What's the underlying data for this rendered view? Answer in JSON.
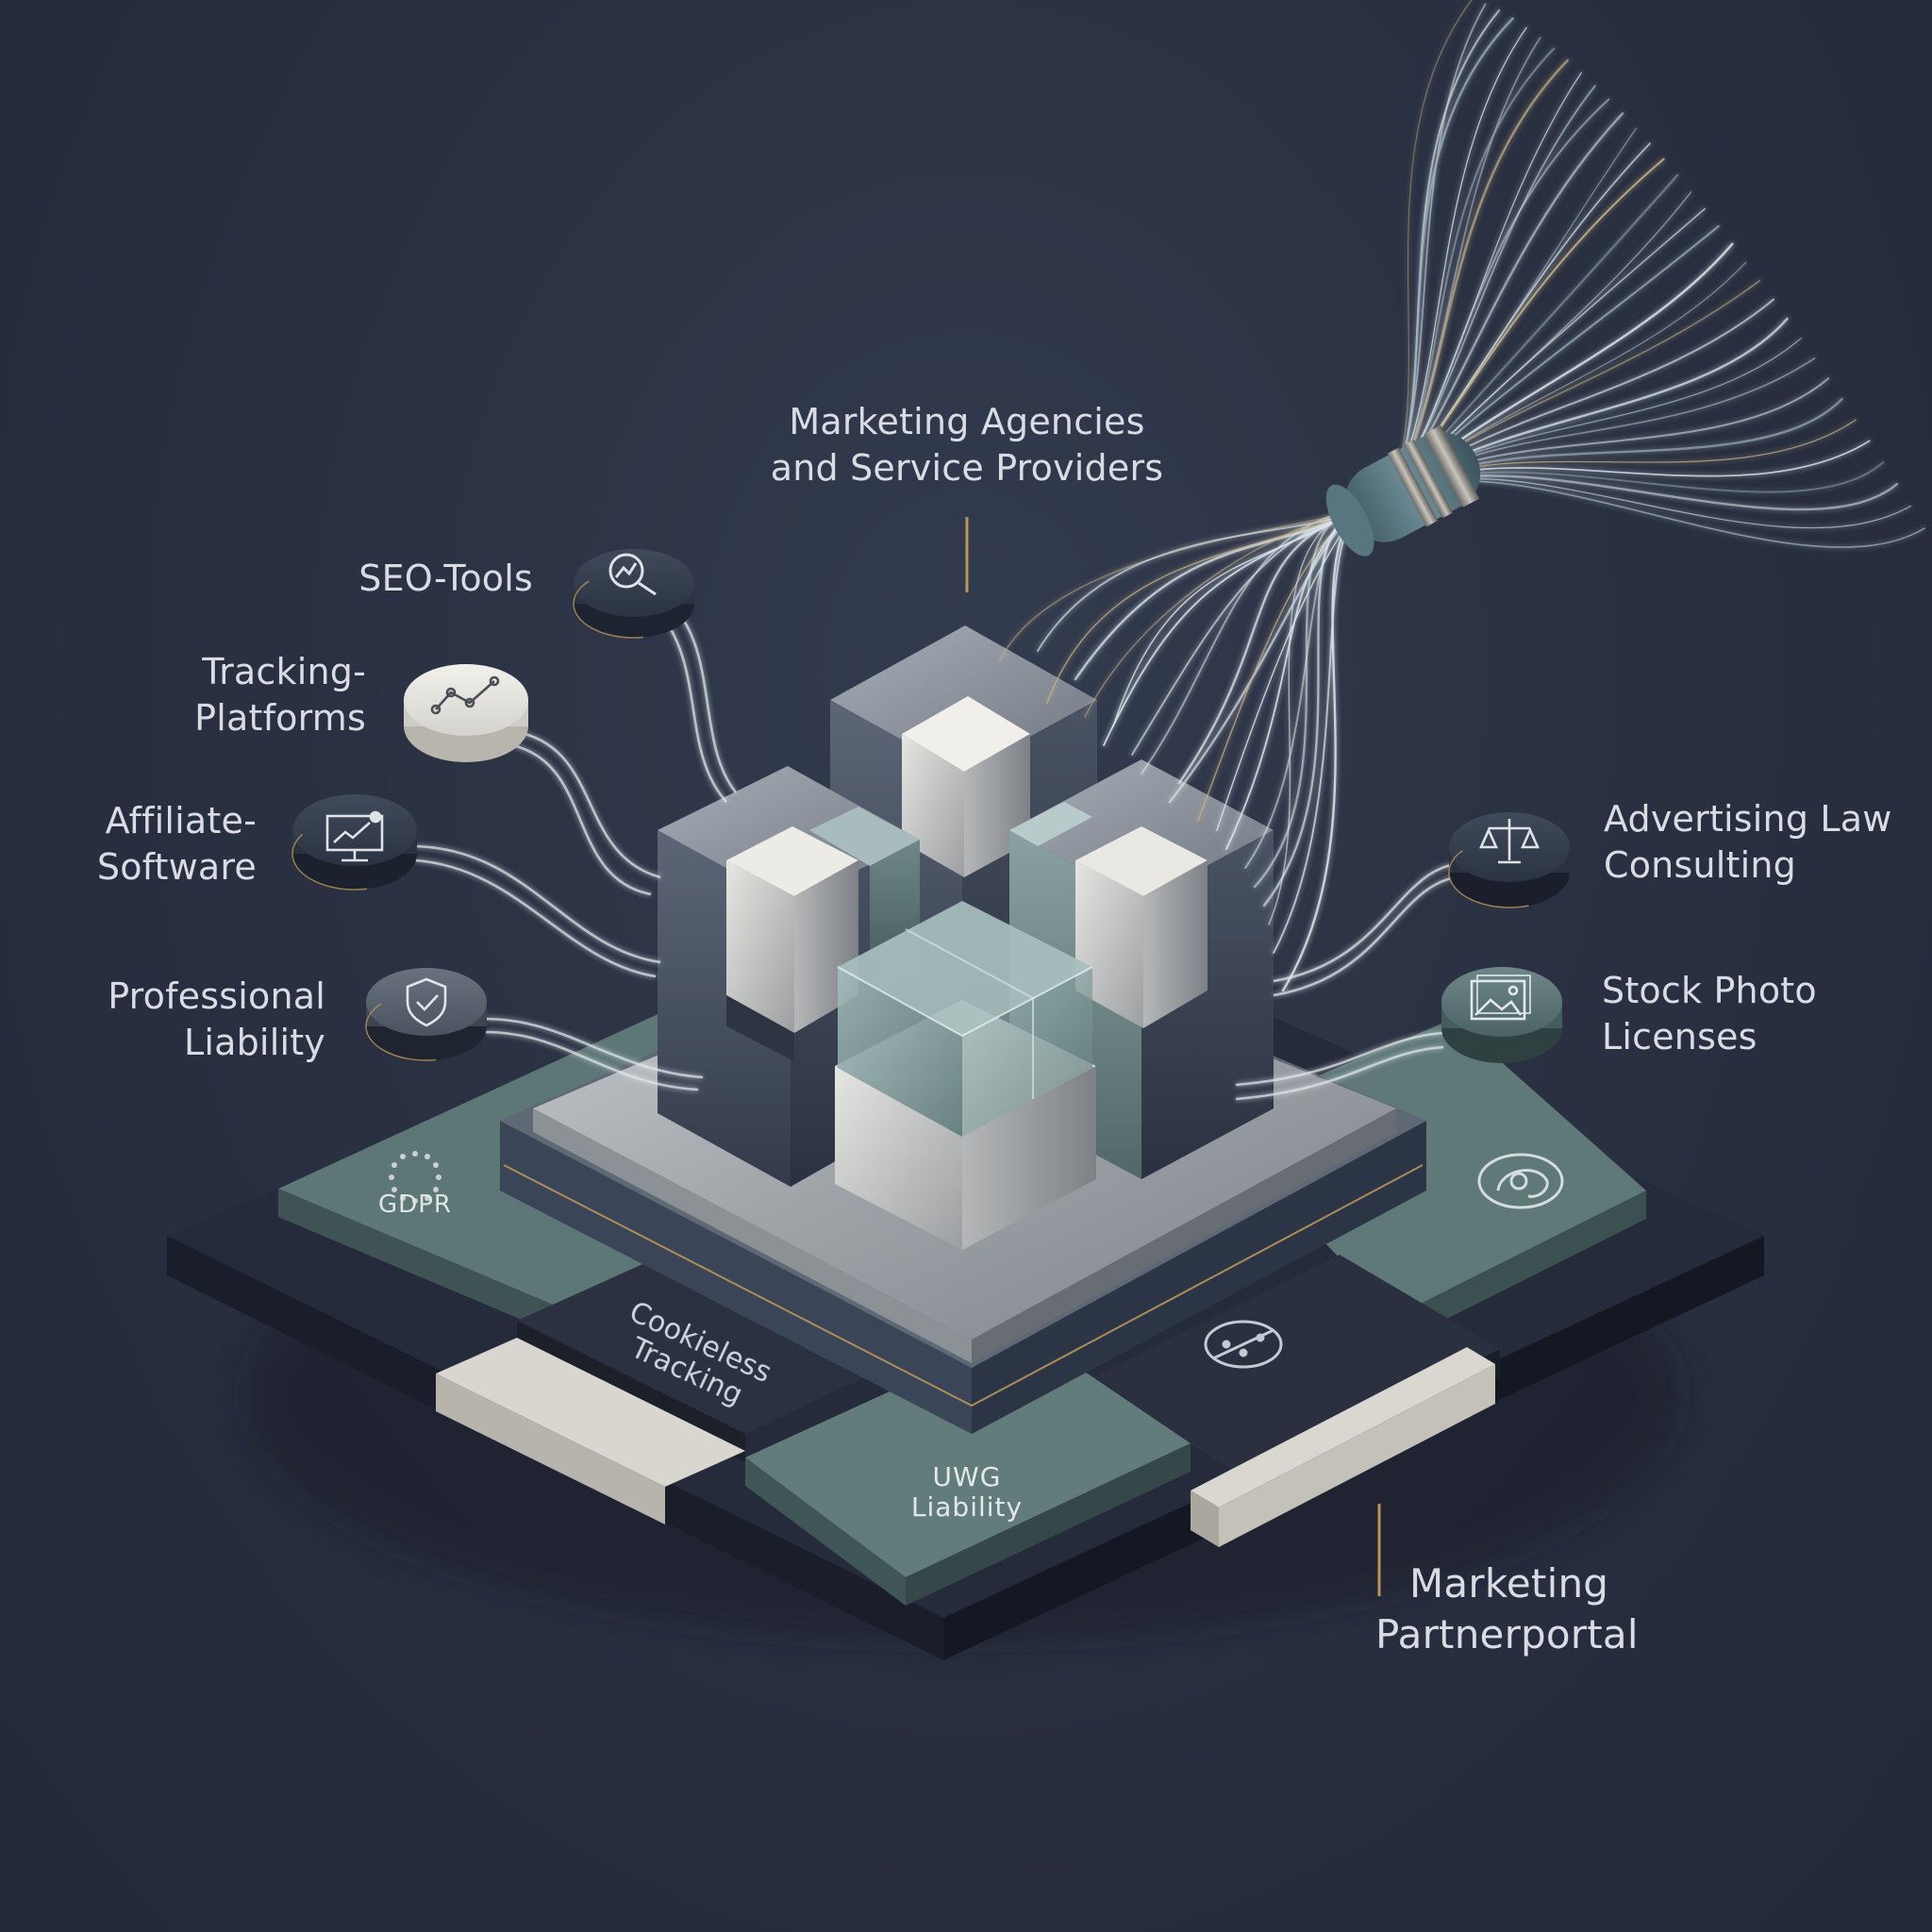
{
  "hub": {
    "title_line1": "Marketing Agencies",
    "title_line2": "and Service Providers"
  },
  "left_nodes": [
    {
      "line1": "SEO-Tools",
      "line2": "",
      "icon": "magnifier-chart-icon"
    },
    {
      "line1": "Tracking-",
      "line2": "Platforms",
      "icon": "line-chart-icon"
    },
    {
      "line1": "Affiliate-",
      "line2": "Software",
      "icon": "monitor-chart-icon"
    },
    {
      "line1": "Professional",
      "line2": "Liability",
      "icon": "shield-check-icon"
    }
  ],
  "right_nodes": [
    {
      "line1": "Advertising Law",
      "line2": "Consulting",
      "icon": "scales-icon"
    },
    {
      "line1": "Stock Photo",
      "line2": "Licenses",
      "icon": "image-icon"
    }
  ],
  "platform_tiles": {
    "gdpr": "GDPR",
    "cookieless_line1": "Cookieless",
    "cookieless_line2": "Tracking",
    "uwg_line1": "UWG",
    "uwg_line2": "Liability"
  },
  "portal": {
    "line1": "Marketing",
    "line2": "Partnerportal"
  },
  "colors": {
    "background": "#2a3142",
    "teal_tile": "#5d7676",
    "navy_tile": "#262c3c",
    "cream_tile": "#d8d6cf",
    "gold_accent": "#b8965a"
  }
}
